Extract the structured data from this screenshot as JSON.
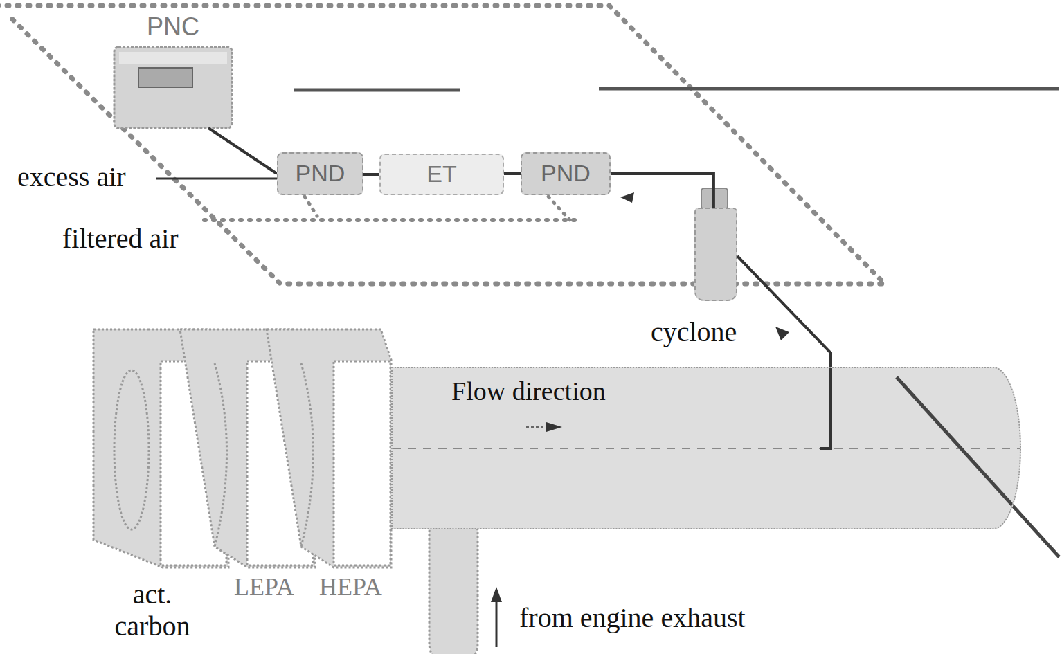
{
  "diagram": {
    "nodes": [
      {
        "text": [
          "PNC"
        ]
      },
      {
        "text": [
          "PND"
        ]
      },
      {
        "text": [
          "ET"
        ]
      },
      {
        "text": [
          "PND"
        ]
      },
      {
        "text": [
          "cyclone"
        ]
      },
      {
        "text": [
          "act. carbon"
        ]
      },
      {
        "text": [
          "LEPA"
        ]
      },
      {
        "text": [
          "HEPA"
        ]
      },
      {
        "text": [
          "Flow direction"
        ]
      }
    ],
    "edges": [
      {
        "from": 4,
        "to": 3,
        "arrow": "none"
      },
      {
        "from": 3,
        "to": 2,
        "arrow": "none"
      },
      {
        "from": 2,
        "to": 1,
        "arrow": "none"
      },
      {
        "from": 1,
        "to": 0,
        "arrow": "none"
      },
      {
        "from": 8,
        "to": 4,
        "arrow": "none"
      }
    ],
    "labels": [
      "excess air",
      "filtered air",
      "from engine exhaust"
    ]
  }
}
